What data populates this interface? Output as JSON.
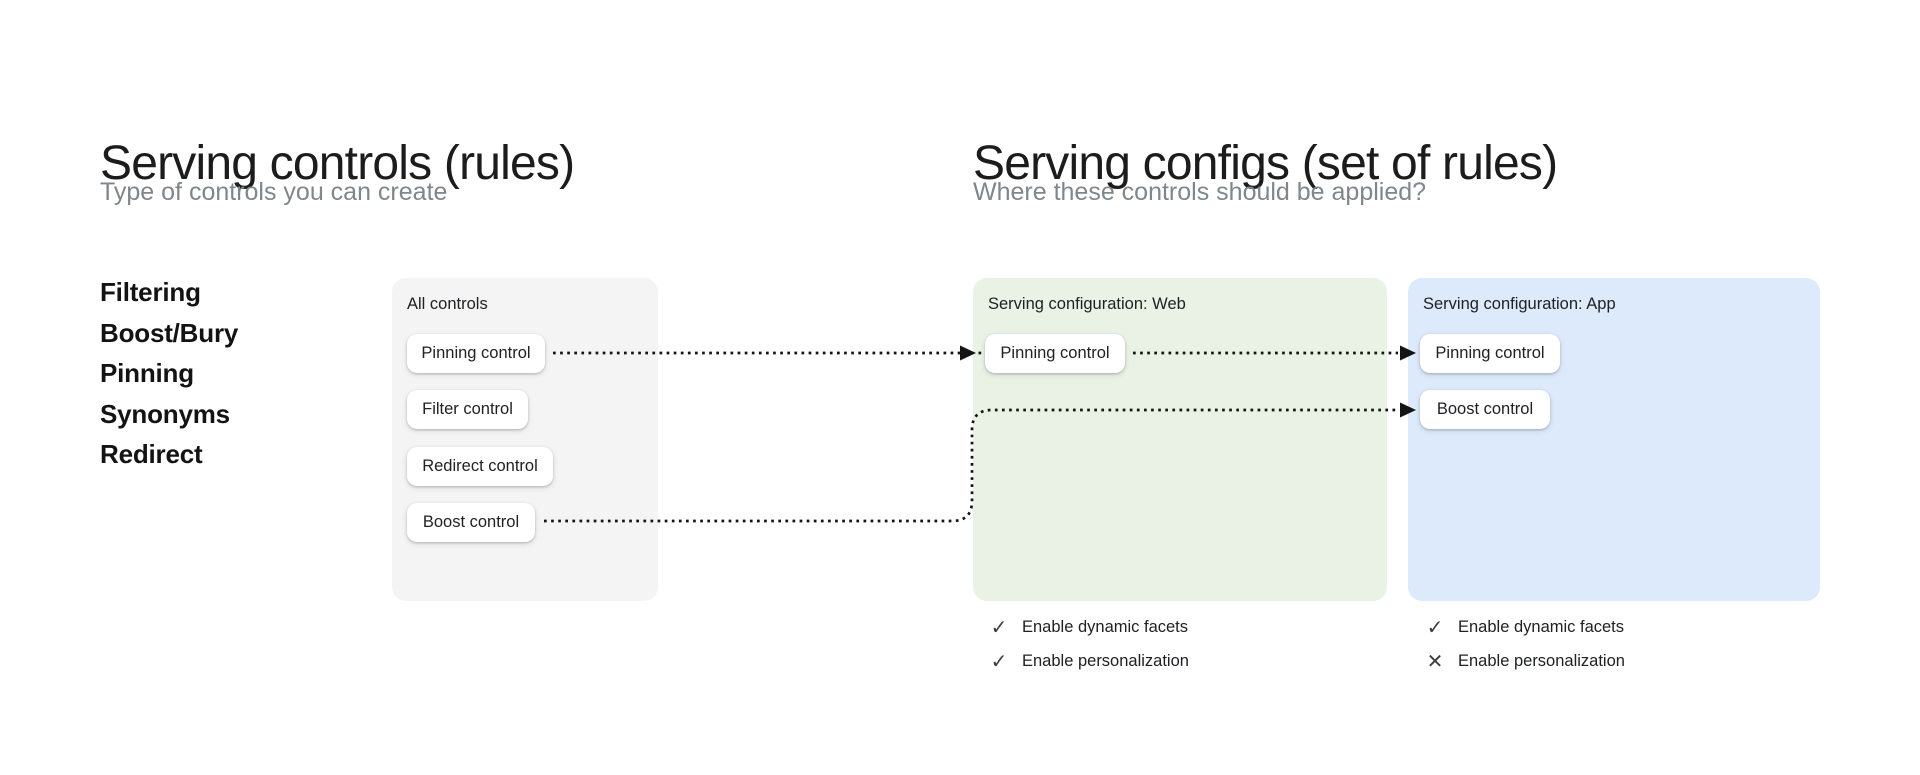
{
  "colors": {
    "background": "#ffffff",
    "all_controls_card_bg": "#f4f4f4",
    "web_card_bg": "#eaf2e6",
    "app_card_bg": "#dceafb",
    "chip_bg": "#ffffff",
    "title_text": "#1c1c1c",
    "subtitle_text": "#7f868c",
    "body_text": "#202124",
    "arrow": "#141414",
    "feature_icon": "#3c4043"
  },
  "left_section": {
    "title": "Serving controls (rules)",
    "subtitle": "Type of controls you can create",
    "control_types": [
      "Filtering",
      "Boost/Bury",
      "Pinning",
      "Synonyms",
      "Redirect"
    ],
    "all_controls_card": {
      "label": "All controls",
      "controls": [
        "Pinning control",
        "Filter control",
        "Redirect control",
        "Boost control"
      ]
    }
  },
  "right_section": {
    "title": "Serving configs (set of rules)",
    "subtitle": "Where these controls should be applied?",
    "web_config": {
      "label": "Serving configuration: Web",
      "controls": [
        "Pinning control"
      ],
      "features": [
        {
          "label": "Enable dynamic facets",
          "icon": "check-icon",
          "glyph": "✓",
          "enabled": true
        },
        {
          "label": "Enable personalization",
          "icon": "check-icon",
          "glyph": "✓",
          "enabled": true
        }
      ]
    },
    "app_config": {
      "label": "Serving configuration: App",
      "controls": [
        "Pinning control",
        "Boost control"
      ],
      "features": [
        {
          "label": "Enable dynamic facets",
          "icon": "check-icon",
          "glyph": "✓",
          "enabled": true
        },
        {
          "label": "Enable personalization",
          "icon": "cross-icon",
          "glyph": "✕",
          "enabled": false
        }
      ]
    }
  }
}
